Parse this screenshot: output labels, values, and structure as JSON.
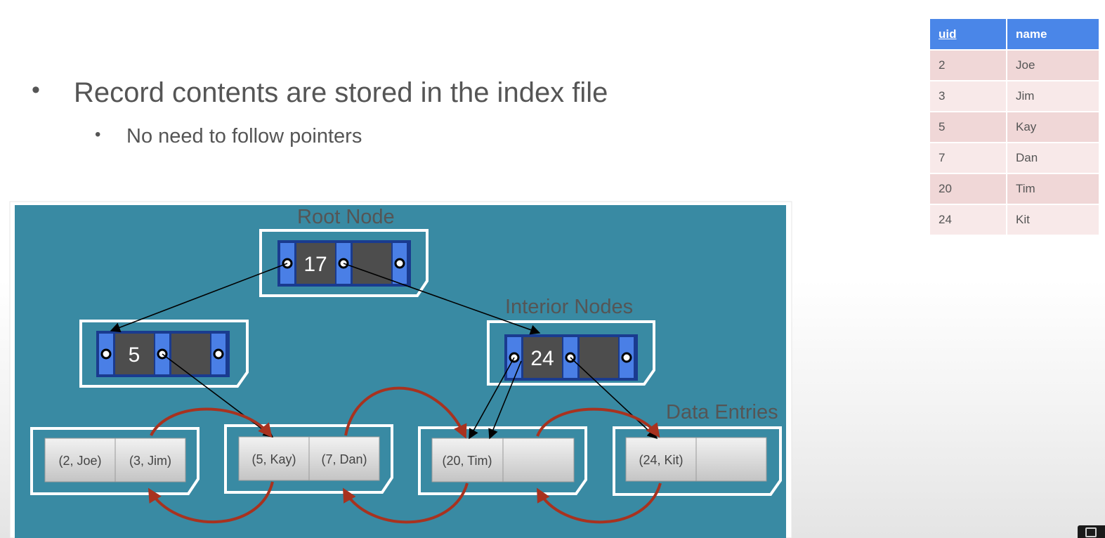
{
  "slide": {
    "bullet_main": "Record contents are stored in the index file",
    "bullet_sub": "No need to follow pointers"
  },
  "table": {
    "headers": [
      "uid",
      "name"
    ],
    "rows": [
      [
        "2",
        "Joe"
      ],
      [
        "3",
        "Jim"
      ],
      [
        "5",
        "Kay"
      ],
      [
        "7",
        "Dan"
      ],
      [
        "20",
        "Tim"
      ],
      [
        "24",
        "Kit"
      ]
    ]
  },
  "diagram": {
    "labels": {
      "root": "Root Node",
      "interior": "Interior Nodes",
      "data": "Data Entries"
    },
    "root_key": "17",
    "left_interior_key": "5",
    "right_interior_key": "24",
    "leaves": [
      [
        "(2, Joe)",
        "(3, Jim)"
      ],
      [
        "(5, Kay)",
        "(7, Dan)"
      ],
      [
        "(20, Tim)",
        ""
      ],
      [
        "(24, Kit)",
        ""
      ]
    ],
    "colors": {
      "panel": "#398aa3",
      "pointer_slot": "#4a7fe6",
      "key_cell": "#4d4d4d",
      "sibling_arrow": "#a8321f",
      "label_text": "#555555"
    }
  }
}
